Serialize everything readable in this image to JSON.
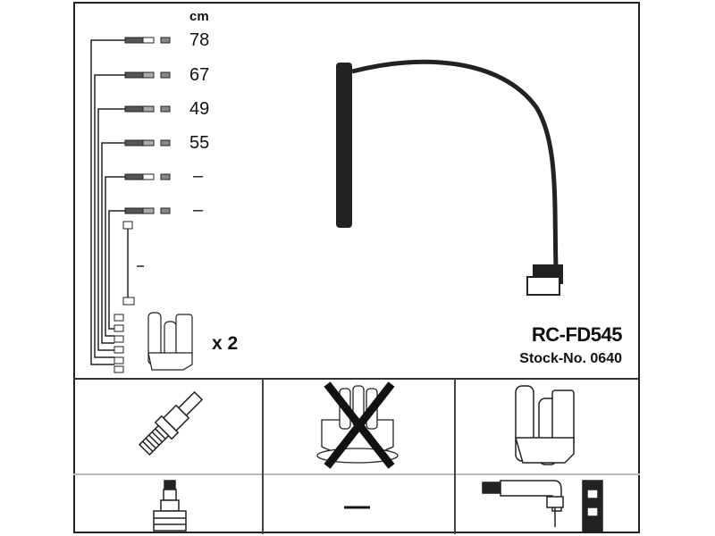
{
  "unit": "cm",
  "lengths": [
    "78",
    "67",
    "49",
    "55",
    "–",
    "–"
  ],
  "short_lead_length": "–",
  "coil_quantity": "x 2",
  "product": {
    "code": "RC-FD545",
    "stock_label": "Stock-No. 0640"
  },
  "bottom_grid": {
    "distributor_cap_excluded": true,
    "rotor_placeholder": "—"
  }
}
